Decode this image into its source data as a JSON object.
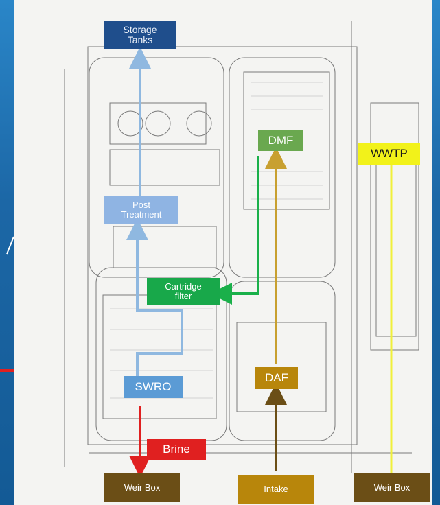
{
  "labels": {
    "storage_tanks": "Storage Tanks",
    "post_treatment": "Post Treatment",
    "dmf": "DMF",
    "wwtp": "WWTP",
    "cartridge_filter": "Cartridge filter",
    "swro": "SWRO",
    "daf": "DAF",
    "brine": "Brine",
    "weir_box_left": "Weir Box",
    "intake": "Intake",
    "weir_box_right": "Weir Box"
  },
  "colors": {
    "storage_tanks": "#1f4e8c",
    "post_treatment": "#8fb4e3",
    "dmf": "#6aa84f",
    "wwtp": "#f2f21a",
    "cartridge_filter": "#18a84a",
    "swro": "#5b9bd5",
    "daf": "#b8860b",
    "brine": "#e02020",
    "weir_box": "#6b4e16",
    "intake": "#b8860b",
    "plan_line": "#7a7a7a",
    "blue_flow": "#8fb8e0",
    "green_flow": "#1ab04a",
    "gold_flow": "#c8a030",
    "yellow_flow": "#f0f03a",
    "red_flow": "#e02020",
    "brown_flow": "#6b4e16"
  }
}
